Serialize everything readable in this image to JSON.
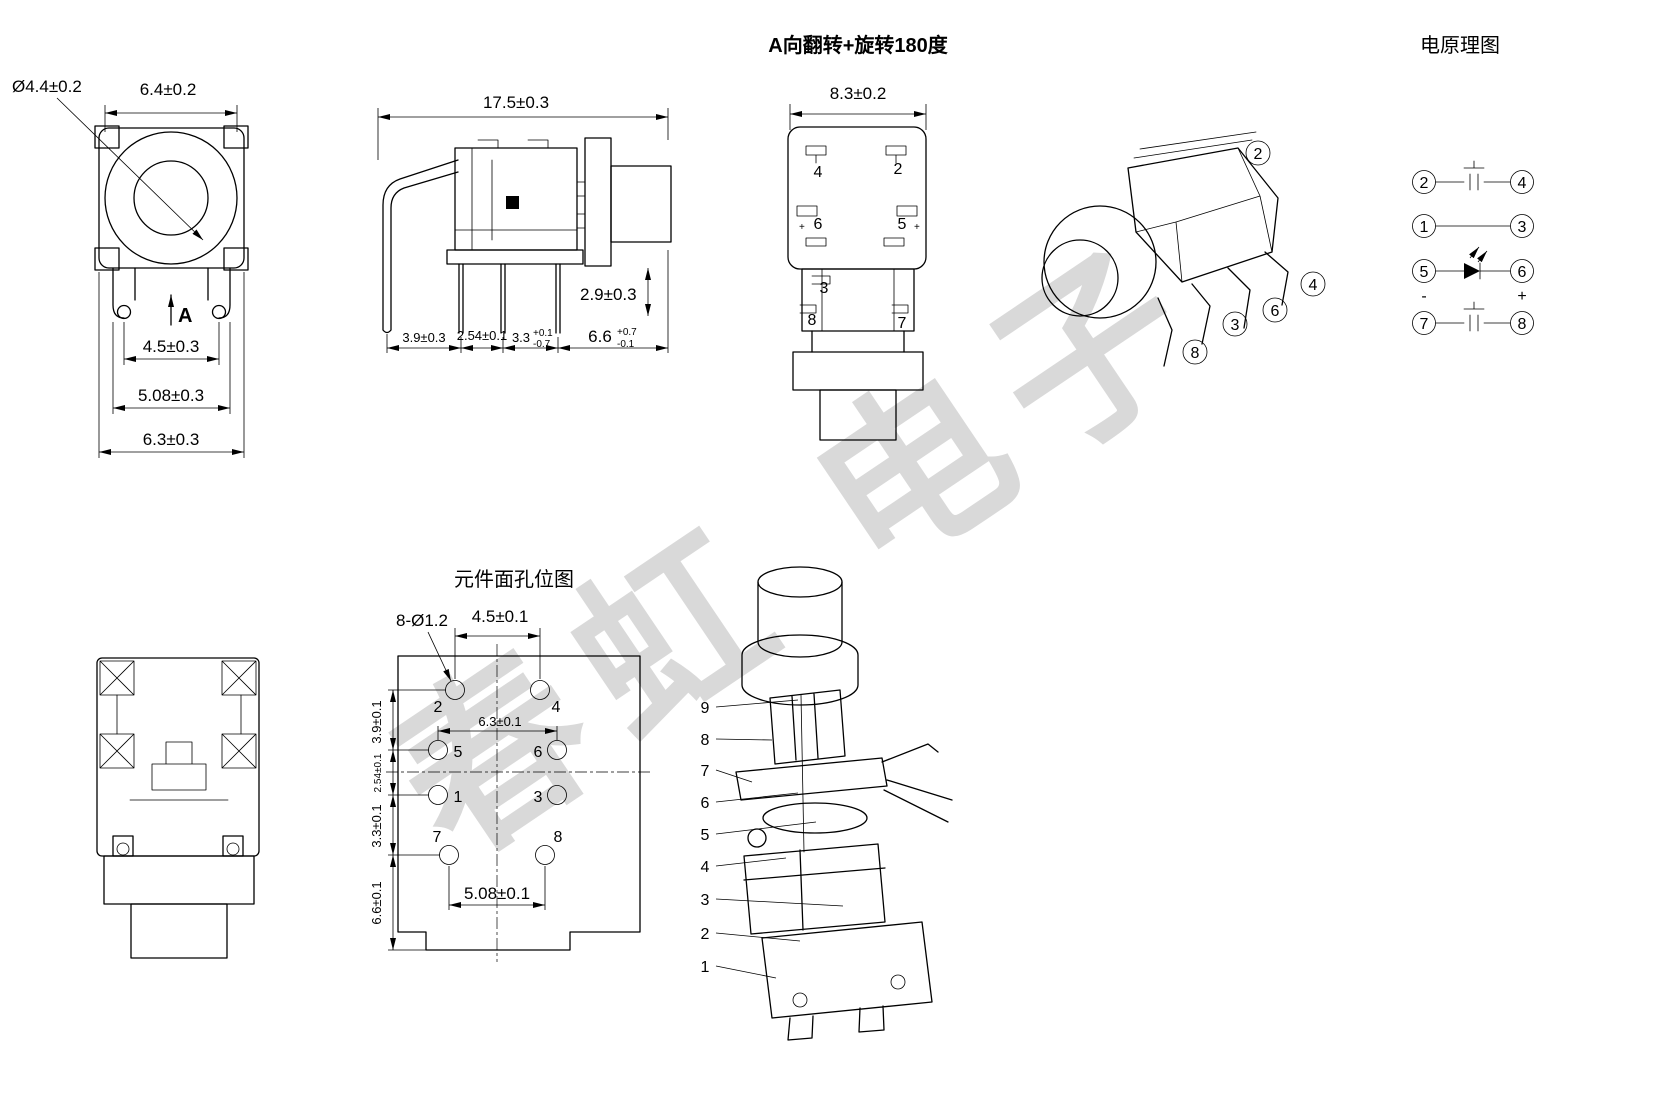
{
  "watermark": "春虹 电子",
  "front_view": {
    "dim_diameter": "Ø4.4±0.2",
    "dim_button_width": "6.4±0.2",
    "view_arrow_label": "A",
    "dim_leg_span": "4.5±0.3",
    "dim_pin_pitch": "5.08±0.3",
    "dim_body_width": "6.3±0.3"
  },
  "side_view": {
    "dim_total_length": "17.5±0.3",
    "dim_pin_length": "2.9±0.3",
    "dim_seg1": "3.9±0.3",
    "dim_seg2": "2.54±0.1",
    "dim_seg3": "3.3",
    "dim_seg3_tol_upper": "+0.1",
    "dim_seg3_tol_lower": "-0.7",
    "dim_seg4": "6.6",
    "dim_seg4_tol_upper": "+0.7",
    "dim_seg4_tol_lower": "-0.1"
  },
  "flipped_view": {
    "title": "A向翻转+旋转180度",
    "dim_body_width": "8.3±0.2",
    "pin4": "4",
    "pin2": "2",
    "pin6": "6",
    "pin5": "5",
    "pin3": "3",
    "pin8": "8",
    "pin7": "7",
    "polarity_left": "+",
    "polarity_right": "+"
  },
  "iso_view": {
    "callouts": [
      "2",
      "4",
      "3",
      "6",
      "8"
    ]
  },
  "schematic": {
    "title": "电原理图",
    "pin2": "2",
    "pin4": "4",
    "pin1": "1",
    "pin3": "3",
    "pin5": "5",
    "pin6": "6",
    "pin7": "7",
    "pin8": "8",
    "minus": "-",
    "plus": "+"
  },
  "hole_view": {
    "title": "元件面孔位图",
    "dim_hole_callout": "8-Ø1.2",
    "dim_top_pitch": "4.5±0.1",
    "dim_mid_pitch": "6.3±0.1",
    "dim_v1": "3.9±0.1",
    "dim_v2": "2.54±0.1",
    "dim_v3": "3.3±0.1",
    "dim_v4": "6.6±0.1",
    "dim_bottom_pitch": "5.08±0.1",
    "hole2": "2",
    "hole4": "4",
    "hole5": "5",
    "hole6": "6",
    "hole1": "1",
    "hole3": "3",
    "hole7": "7",
    "hole8": "8"
  },
  "exploded_view": {
    "part_numbers": [
      "9",
      "8",
      "7",
      "6",
      "5",
      "4",
      "3",
      "2",
      "1"
    ]
  }
}
